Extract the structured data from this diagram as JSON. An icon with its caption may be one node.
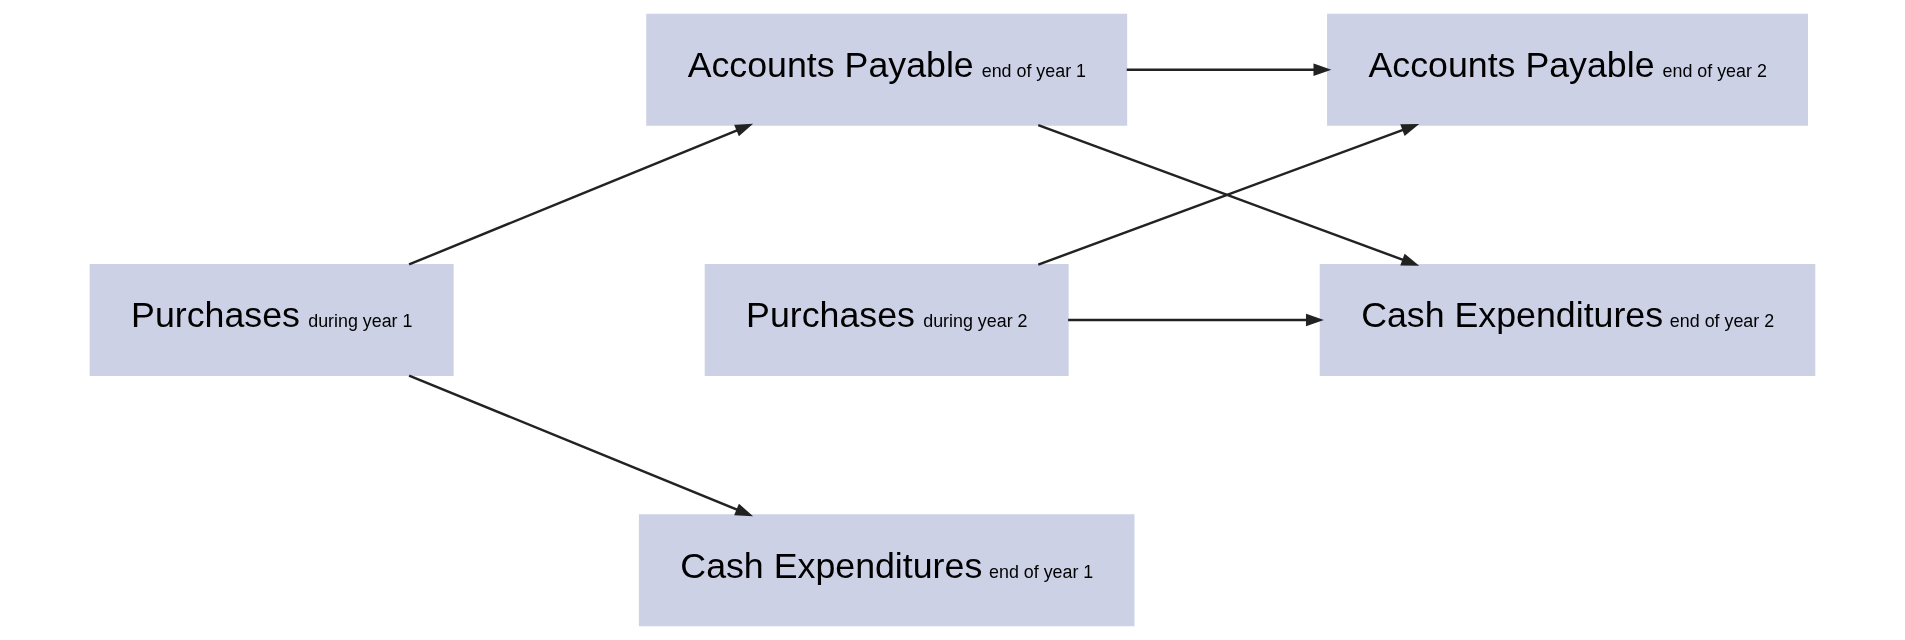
{
  "diagram": {
    "nodes": [
      {
        "text": [
          "Accounts Payable",
          "end of year 1"
        ]
      },
      {
        "text": [
          "Accounts Payable",
          "end of year 2"
        ]
      },
      {
        "text": [
          "Purchases",
          "during year 1"
        ]
      },
      {
        "text": [
          "Purchases",
          "during year 2"
        ]
      },
      {
        "text": [
          "Cash Expenditures",
          "end of year 1"
        ]
      },
      {
        "text": [
          "Cash Expenditures",
          "end of year 2"
        ]
      }
    ],
    "edges": [
      {
        "from": 2,
        "to": 0,
        "arrow": "to"
      },
      {
        "from": 2,
        "to": 4,
        "arrow": "to"
      },
      {
        "from": 0,
        "to": 1,
        "arrow": "to"
      },
      {
        "from": 0,
        "to": 5,
        "arrow": "to"
      },
      {
        "from": 3,
        "to": 1,
        "arrow": "to"
      },
      {
        "from": 3,
        "to": 5,
        "arrow": "to"
      }
    ]
  }
}
